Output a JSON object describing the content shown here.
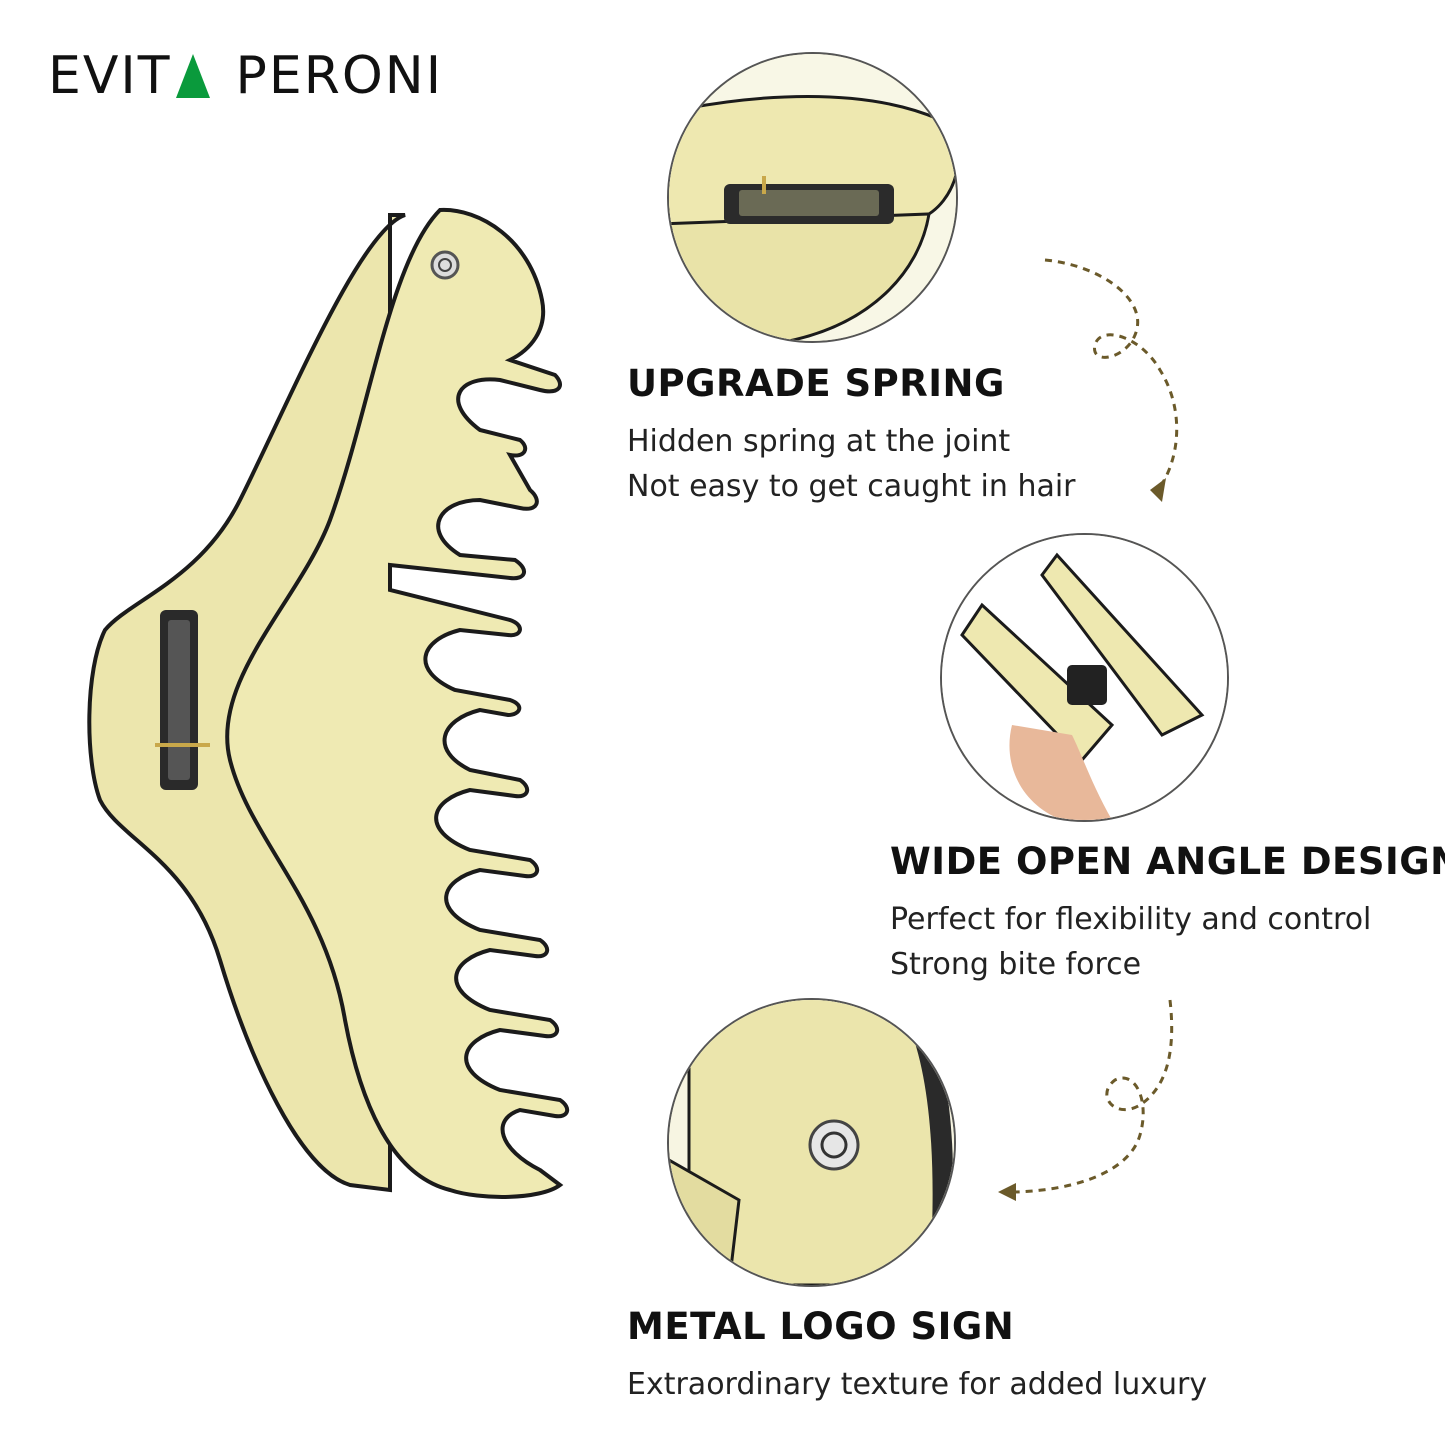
{
  "brand": {
    "word1": "EVIT",
    "word2": "PERONI",
    "accent_color": "#0a9a3c"
  },
  "features": [
    {
      "title": "UPGRADE SPRING",
      "lines": [
        "Hidden spring at the joint",
        "Not easy to get caught in hair"
      ],
      "image_icon": "spring-closeup-icon"
    },
    {
      "title": "WIDE OPEN ANGLE DESIGN",
      "lines": [
        "Perfect for flexibility and control",
        "Strong bite force"
      ],
      "image_icon": "open-clip-icon"
    },
    {
      "title": "METAL LOGO SIGN",
      "lines": [
        "Extraordinary texture for added luxury"
      ],
      "image_icon": "metal-logo-icon"
    }
  ],
  "colors": {
    "clip_body": "#efeab3",
    "clip_edge": "#1b1b1b",
    "arrow": "#6b5a2a",
    "circle_border": "#555555"
  }
}
